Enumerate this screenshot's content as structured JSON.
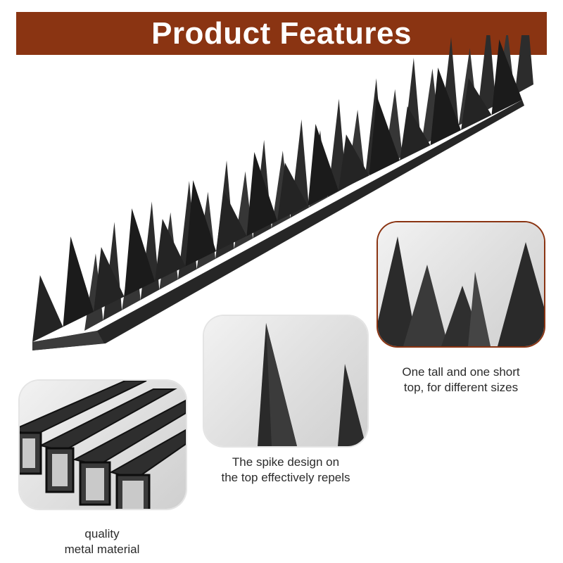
{
  "banner": {
    "title": "Product Features",
    "color": "#8a3412"
  },
  "product": {
    "color": "#1f1f1f",
    "front_spike_count": 16,
    "back_spike_count": 24
  },
  "features": [
    {
      "id": "tall-short",
      "text": "One tall and one short\ntop, for different sizes"
    },
    {
      "id": "spike-design",
      "text": "The spike design on\nthe top effectively repels"
    },
    {
      "id": "metal",
      "text": "quality\nmetal material"
    }
  ]
}
